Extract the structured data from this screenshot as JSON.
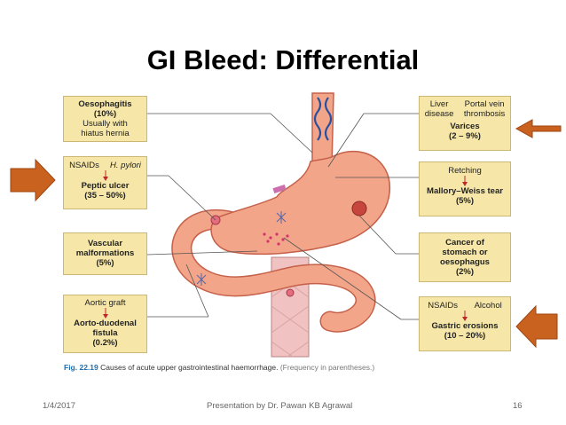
{
  "slide": {
    "title": "GI Bleed: Differential",
    "footer": {
      "date": "1/4/2017",
      "presenter": "Presentation by Dr. Pawan KB Agrawal",
      "page": "16"
    }
  },
  "figure": {
    "caption_number": "Fig. 22.19",
    "caption_text": "Causes of acute upper gastrointestinal haemorrhage.",
    "caption_note": "(Frequency in parentheses.)",
    "left_boxes": {
      "oesophagitis": {
        "title": "Oesophagitis",
        "freq": "(10%)",
        "note1": "Usually with",
        "note2": "hiatus hernia"
      },
      "peptic": {
        "cause1": "NSAIDs",
        "cause2": "H. pylori",
        "title": "Peptic ulcer",
        "freq": "(35 – 50%)"
      },
      "vascular": {
        "title1": "Vascular",
        "title2": "malformations",
        "freq": "(5%)"
      },
      "aortic": {
        "cause": "Aortic graft",
        "title1": "Aorto-duodenal",
        "title2": "fistula",
        "freq": "(0.2%)"
      }
    },
    "right_boxes": {
      "varices": {
        "cause1a": "Liver",
        "cause1b": "disease",
        "cause2a": "Portal vein",
        "cause2b": "thrombosis",
        "title": "Varices",
        "freq": "(2 – 9%)"
      },
      "mallory": {
        "cause": "Retching",
        "title": "Mallory–Weiss tear",
        "freq": "(5%)"
      },
      "cancer": {
        "title1": "Cancer of",
        "title2": "stomach or",
        "title3": "oesophagus",
        "freq": "(2%)"
      },
      "erosions": {
        "cause1": "NSAIDs",
        "cause2": "Alcohol",
        "title": "Gastric erosions",
        "freq": "(10 – 20%)"
      }
    }
  },
  "colors": {
    "box_fill": "#f6e7a8",
    "box_border": "#cdb774",
    "arrow_fill": "#c9611f",
    "arrow_stroke": "#9e4512",
    "stomach_fill": "#f2a588",
    "stomach_stroke": "#c5604a",
    "connector_arrow": "#c0272d"
  },
  "icons": [
    "highlight-arrow-icon",
    "stomach-illustration"
  ]
}
